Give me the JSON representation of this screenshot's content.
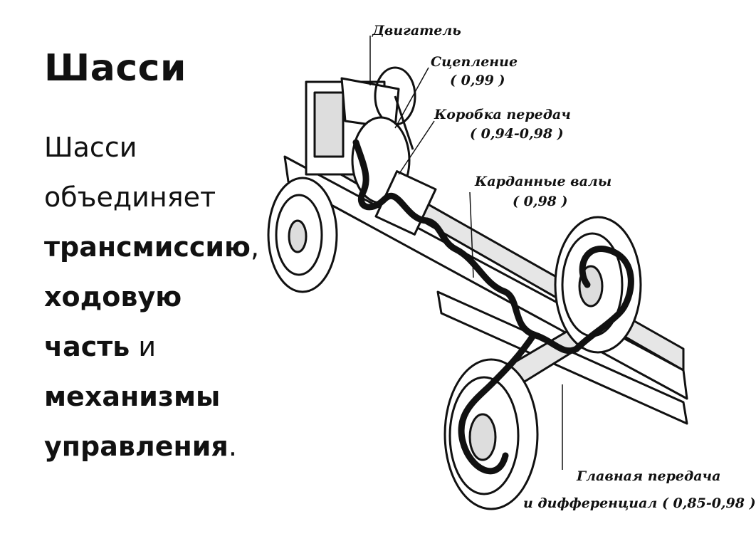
{
  "slide": {
    "title": "Шасси",
    "body": {
      "p1": "Шасси объединяет ",
      "b1": "трансмиссию",
      "p2": ", ",
      "b2": "ходовую часть",
      "p3": " и ",
      "b3": "механизмы управления",
      "p4": "."
    }
  },
  "diagram": {
    "labels": {
      "engine": "Двигатель",
      "clutch": "Сцепление",
      "clutch_eff": "( 0,99 )",
      "gearbox": "Коробка передач",
      "gearbox_eff": "( 0,94-0,98 )",
      "shafts": "Карданные валы",
      "shafts_eff": "( 0,98 )",
      "final_drive": "Главная передача",
      "differential": "и дифференциал ( 0,85-0,98 )"
    },
    "colors": {
      "ink": "#111111",
      "fill": "#ffffff",
      "shade": "#d8d8d8"
    }
  }
}
